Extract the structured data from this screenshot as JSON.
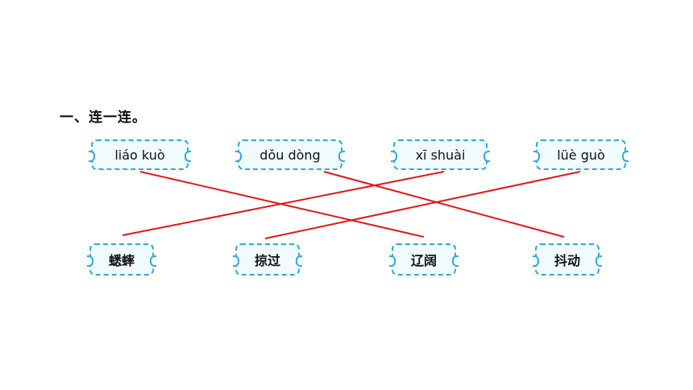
{
  "title": "一、连一连。",
  "pinyin": [
    "liáo kuò",
    "dǒu dòng",
    "xī shuài",
    "lüè guò"
  ],
  "hanzi": [
    "蟋蟀",
    "掠过",
    "辽阔",
    "抖动"
  ],
  "colors": {
    "border": "#34a9d6",
    "card_fill": "#f1fafd",
    "line": "#e01818"
  },
  "connections": [
    {
      "from": "liáo kuò",
      "to": "辽阔"
    },
    {
      "from": "dǒu dòng",
      "to": "抖动"
    },
    {
      "from": "xī shuài",
      "to": "蟋蟀"
    },
    {
      "from": "lüè guò",
      "to": "掠过"
    }
  ]
}
